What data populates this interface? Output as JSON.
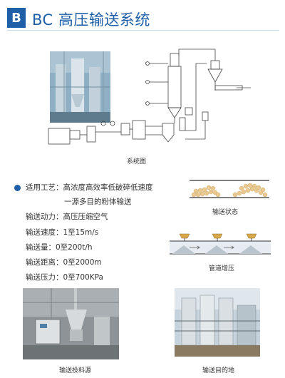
{
  "header": {
    "badge": "B",
    "title": "BC 高压输送系统",
    "accent_color": "#1e5fa8"
  },
  "diagram": {
    "caption": "系统图"
  },
  "specs": [
    {
      "label": "适用工艺：",
      "value": "高浓度高效率低破碎低速度"
    },
    {
      "label": "",
      "value": "一源多目的粉体输送"
    },
    {
      "label": "输送动力：",
      "value": "高压压缩空气"
    },
    {
      "label": "输送速度：",
      "value": "1至15m/s"
    },
    {
      "label": "输送量：",
      "value": "0至200t/h"
    },
    {
      "label": "输送距离：",
      "value": "0至2000m"
    },
    {
      "label": "输送压力：",
      "value": "0至700KPa"
    }
  ],
  "figures": {
    "transport_state": "输送状态",
    "pipe_boost": "管道增压",
    "source": "输送投料源",
    "destination": "输送目的地"
  }
}
